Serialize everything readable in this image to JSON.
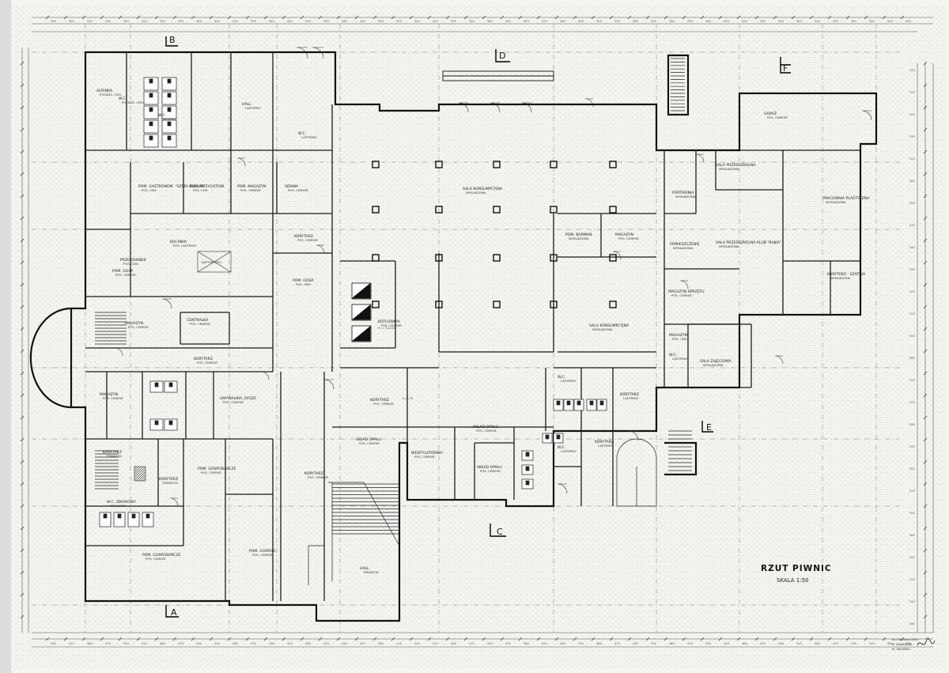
{
  "sheet": {
    "title": "RZUT PIWNIC",
    "scale": "SKALA 1:50",
    "stamp_lines": [
      "B.d. Bochnia 2000",
      "N. ZAWADZKA",
      "M. ZIELIŃSKI"
    ]
  },
  "section_marks": [
    "B",
    "D",
    "F",
    "E",
    "C",
    "A"
  ],
  "rooms": [
    {
      "id": "r01",
      "name": "ALTANKA",
      "floor": "POSADZ. CEM."
    },
    {
      "id": "r02",
      "name": "W.C.",
      "floor": "POSADZ. CEM."
    },
    {
      "id": "r03",
      "name": "W.C.",
      "floor": "LASTRYKO"
    },
    {
      "id": "r04",
      "name": "HALL",
      "floor": "LASTRYKO"
    },
    {
      "id": "r05",
      "name": "W.C.",
      "floor": "LASTRYKO"
    },
    {
      "id": "r06",
      "name": "POM. GASTRONOM. \"SZEFA KUCHNI\"",
      "floor": "POS. CEM."
    },
    {
      "id": "r07",
      "name": "POM. PRZYGOTOW.",
      "floor": "POS. CEM."
    },
    {
      "id": "r08",
      "name": "POM. MAGAZYN.",
      "floor": "POS. CEMENT."
    },
    {
      "id": "r09",
      "name": "SIENNA",
      "floor": "POS. CEMENT."
    },
    {
      "id": "r10",
      "name": "KUCHNIA",
      "floor": "POS. LASTRYKO"
    },
    {
      "id": "r11",
      "name": "KORYTARZ",
      "floor": "POS. CEMENT."
    },
    {
      "id": "r12",
      "name": "PRZEDSIONEK",
      "floor": "POS. CEM."
    },
    {
      "id": "r13",
      "name": "POM. GOSP.",
      "floor": "POS. CEMENT."
    },
    {
      "id": "r14",
      "name": "POM. GOSP.",
      "floor": "POS. CEM."
    },
    {
      "id": "r15",
      "name": "CENTRALKA",
      "floor": "POS. CEMENT."
    },
    {
      "id": "r16",
      "name": "KORYTARZ",
      "floor": "POS. CEMENT."
    },
    {
      "id": "r17",
      "name": "MAGAZYN",
      "floor": "POS. CEMENT."
    },
    {
      "id": "r18",
      "name": "MAGAZYN",
      "floor": "POS. CEMENT."
    },
    {
      "id": "r19",
      "name": "UMYWALNIA, DYSZE",
      "floor": "POS. CEMENT."
    },
    {
      "id": "r20",
      "name": "KORYTARZ",
      "floor": "TERAKOTA"
    },
    {
      "id": "r21",
      "name": "KORYTARZ",
      "floor": "TERAKOTA"
    },
    {
      "id": "r22",
      "name": "POM. GOSPODARCZE",
      "floor": "POS. CEMENT."
    },
    {
      "id": "r23",
      "name": "W.C. ZBIOROWY",
      "floor": "TERAKOTA"
    },
    {
      "id": "r24",
      "name": "POM. GOSPODARCZE",
      "floor": "POS. CEMENT."
    },
    {
      "id": "r25",
      "name": "POM. GOSPOD.",
      "floor": "POS. CEMENT."
    },
    {
      "id": "r26",
      "name": "KORYTARZ",
      "floor": "POS. CEMENT."
    },
    {
      "id": "r27",
      "name": "KOTŁOWNIA",
      "floor": "POS. CEMENT."
    },
    {
      "id": "r28",
      "name": "SALA KONSUMPCYJNA",
      "floor": "WYKŁADZINA"
    },
    {
      "id": "r29",
      "name": "SALA KONSUMPCYJNA",
      "floor": "WYKŁADZINA"
    },
    {
      "id": "r30",
      "name": "POM. BARMAN.",
      "floor": "WYKŁADZINA"
    },
    {
      "id": "r31",
      "name": "MAGAZYN",
      "floor": "POS. CEMENT."
    },
    {
      "id": "r32",
      "name": "KORYTARZ",
      "floor": "POS. CEMENT."
    },
    {
      "id": "r33",
      "name": "SKŁAD OPAŁU",
      "floor": "POS. CEMENT."
    },
    {
      "id": "r34",
      "name": "WENTYLATORNIA",
      "floor": "POS. CEMENT."
    },
    {
      "id": "r35",
      "name": "SKŁAD OPAŁU",
      "floor": "POS. CEMENT."
    },
    {
      "id": "r36",
      "name": "SKŁAD OPAŁU",
      "floor": "POS. CEMENT."
    },
    {
      "id": "r37",
      "name": "HALL",
      "floor": "TERAKOTA"
    },
    {
      "id": "r38",
      "name": "W.C.",
      "floor": "LASTRYKO"
    },
    {
      "id": "r39",
      "name": "KORYTARZ",
      "floor": "LASTRYKO"
    },
    {
      "id": "r40",
      "name": "W.C.",
      "floor": "LASTRYKO"
    },
    {
      "id": "r41",
      "name": "KORYTARZ",
      "floor": "LASTRYKO"
    },
    {
      "id": "r42",
      "name": "GARAŻ",
      "floor": "POS. CEMENT."
    },
    {
      "id": "r43",
      "name": "SALA PRZEDSZKOLNA",
      "floor": "WYKŁADZINA"
    },
    {
      "id": "r44",
      "name": "PORTIERNIA",
      "floor": "WYKŁADZINA"
    },
    {
      "id": "r45",
      "name": "PRACOWNIA PLASTYCZNA",
      "floor": "WYKŁADZINA"
    },
    {
      "id": "r46",
      "name": "POMIESZCZENIE",
      "floor": "WYKŁADZINA"
    },
    {
      "id": "r47",
      "name": "SALA PRZEDSZKOLNA KLUB \"BAJKA\"",
      "floor": "WYKŁADZINA"
    },
    {
      "id": "r48",
      "name": "MAGAZYN SPRZĘTU",
      "floor": "POS. CEMENT."
    },
    {
      "id": "r49",
      "name": "KORYTARZ - SZATNIA",
      "floor": "WYKŁADZINA"
    },
    {
      "id": "r50",
      "name": "MAGAZYN",
      "floor": "POS. CEM."
    },
    {
      "id": "r51",
      "name": "W.C.",
      "floor": "LASTRYKO"
    },
    {
      "id": "r52",
      "name": "SALA ZAJĘCIOWA",
      "floor": "WYKŁADZINA"
    }
  ],
  "notes": {
    "kitchen_equipment": "KAPTUR WYC.",
    "boiler_height": "H = 3,14 m",
    "level": "+/-2,70"
  },
  "dimension_sample": [
    "340",
    "290",
    "420",
    "315",
    "520",
    "380",
    "250",
    "470"
  ]
}
